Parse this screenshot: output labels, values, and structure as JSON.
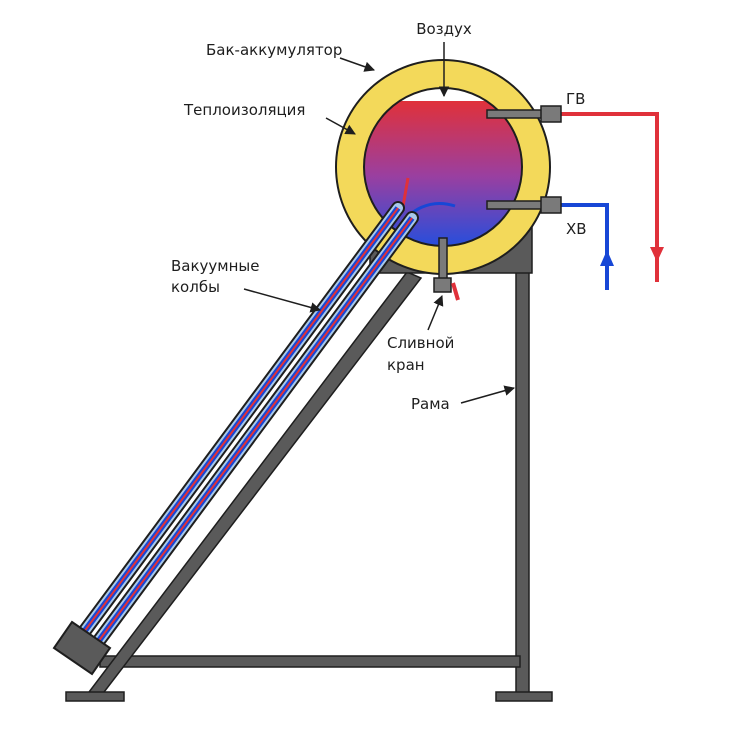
{
  "labels": {
    "air": "Воздух",
    "storage_tank": "Бак-аккумулятор",
    "insulation": "Теплоизоляция",
    "hot_water": "ГВ",
    "cold_water": "ХВ",
    "vacuum_tubes_line1": "Вакуумные",
    "vacuum_tubes_line2": "колбы",
    "drain_valve_line1": "Сливной",
    "drain_valve_line2": "кран",
    "frame": "Рама"
  },
  "colors": {
    "hot": "#e0313a",
    "cold": "#1747d6",
    "insulation": "#f3d95a",
    "frame": "#5a5a5a",
    "tube_glass": "#a9c8ea",
    "outline": "#1e1e1e"
  }
}
